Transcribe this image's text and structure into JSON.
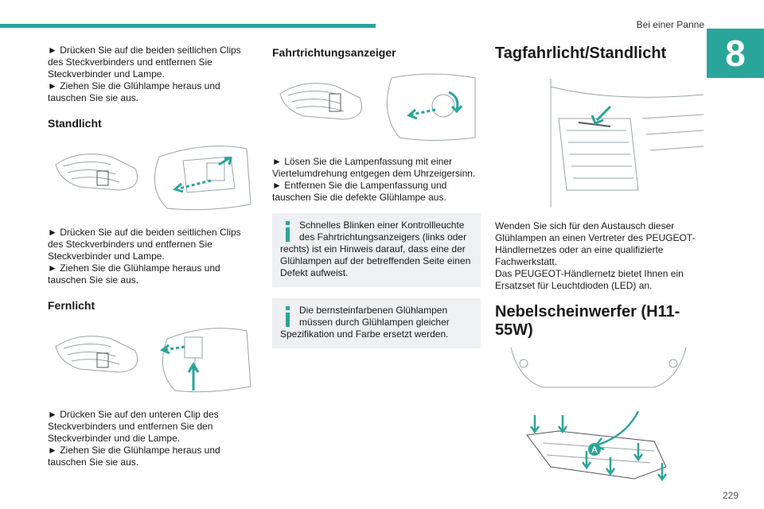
{
  "header": {
    "section": "Bei einer Panne",
    "chapter": "8",
    "page_number": "229"
  },
  "col1": {
    "intro_lines": [
      "► Drücken Sie auf die beiden seitlichen Clips des Steckverbinders und entfernen Sie Steckverbinder und Lampe.",
      "► Ziehen Sie die Glühlampe heraus und tauschen Sie sie aus."
    ],
    "standlicht_heading": "Standlicht",
    "standlicht_lines": [
      "► Drücken Sie auf die beiden seitlichen Clips des Steckverbinders und entfernen Sie Steckverbinder und Lampe.",
      "► Ziehen Sie die Glühlampe heraus und tauschen Sie sie aus."
    ],
    "fernlicht_heading": "Fernlicht",
    "fernlicht_lines": [
      "► Drücken Sie auf den unteren Clip des Steckverbinders und entfernen Sie den Steckverbinder und die Lampe.",
      "► Ziehen Sie die Glühlampe heraus und tauschen Sie sie aus."
    ]
  },
  "col2": {
    "heading": "Fahrtrichtungsanzeiger",
    "lines": [
      "► Lösen Sie die Lampenfassung mit einer Viertelumdrehung entgegen dem Uhrzeigersinn.",
      "► Entfernen Sie die Lampenfassung und tauschen Sie die defekte Glühlampe aus."
    ],
    "info1": "Schnelles Blinken einer Kontrollleuchte des Fahrtrichtungsanzeigers (links oder rechts) ist ein Hinweis darauf, dass eine der Glühlampen auf der betreffenden Seite einen Defekt aufweist.",
    "info2": "Die bernsteinfarbenen Glühlampen müssen durch Glühlampen gleicher Spezifikation und Farbe ersetzt werden."
  },
  "col3": {
    "heading1": "Tagfahrlicht/Standlicht",
    "text1_lines": [
      "Wenden Sie sich für den Austausch dieser Glühlampen an einen Vertreter des PEUGEOT-Händlernetzes oder an eine qualifizierte Fachwerkstatt.",
      "Das PEUGEOT-Händlernetz bietet Ihnen ein Ersatzset für Leuchtdioden (LED) an."
    ],
    "heading2": "Nebelscheinwerfer (H11-55W)",
    "label_a": "A"
  },
  "colors": {
    "accent": "#2aa59a",
    "info_bg": "#eef0f2"
  }
}
